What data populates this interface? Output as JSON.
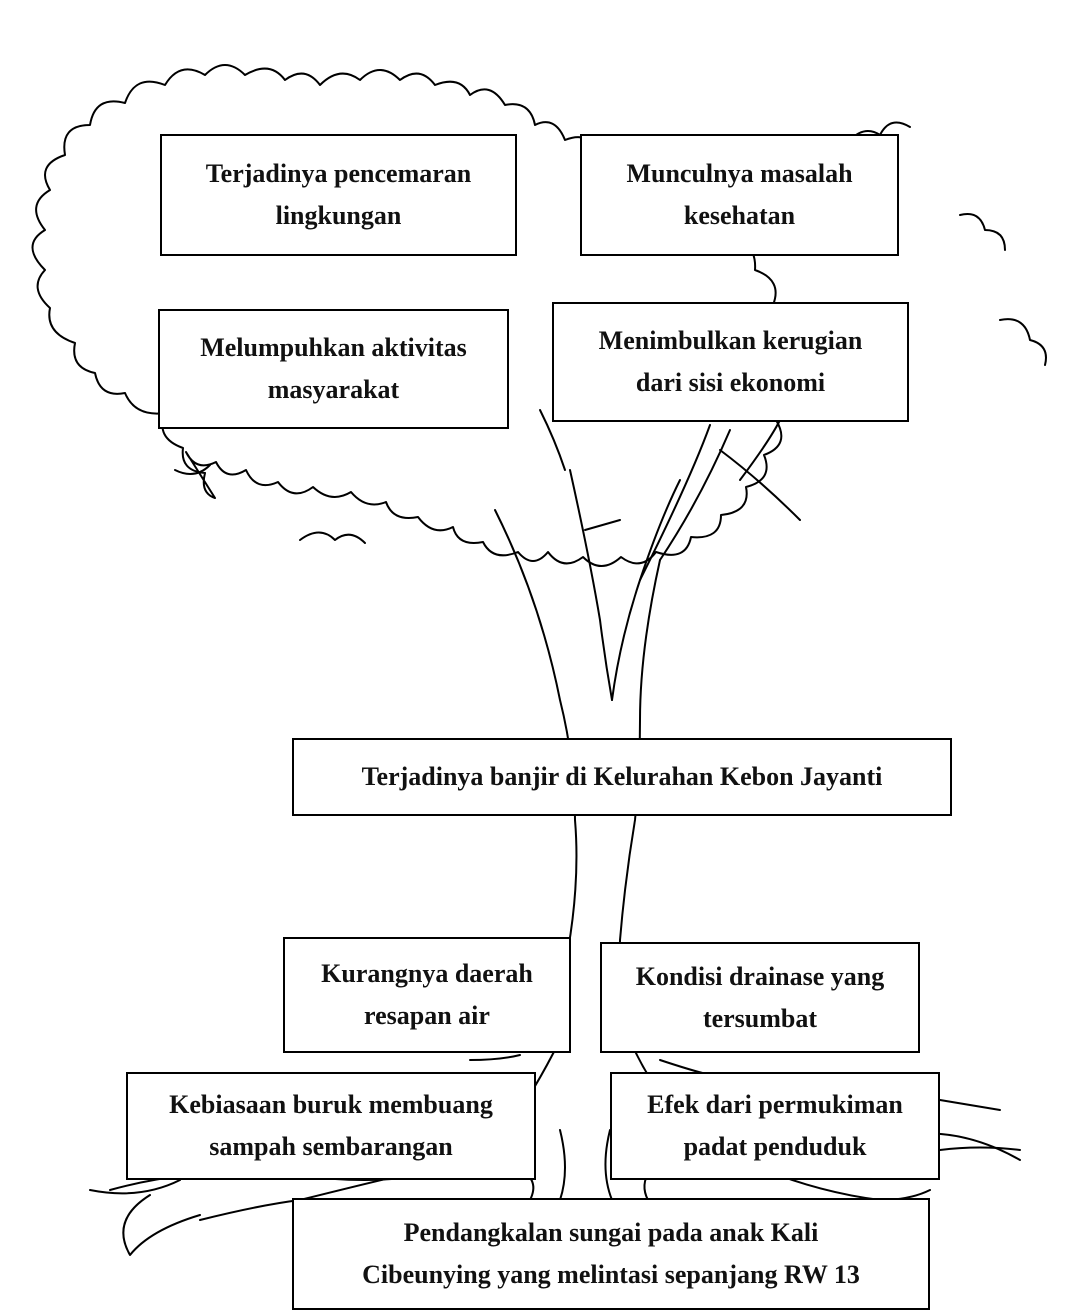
{
  "effects": {
    "pollution": "Terjadinya pencemaran\nlingkungan",
    "health": "Munculnya masalah\nkesehatan",
    "paralysis": "Melumpuhkan aktivitas\nmasyarakat",
    "economic": "Menimbulkan kerugian\ndari sisi ekonomi"
  },
  "core_problem": "Terjadinya banjir di Kelurahan Kebon Jayanti",
  "causes": {
    "infiltration": "Kurangnya daerah\nresapan air",
    "drainage": "Kondisi drainase yang\ntersumbat",
    "littering": "Kebiasaan buruk membuang\nsampah sembarangan",
    "settlement": "Efek dari permukiman\npadat penduduk",
    "sedimentation": "Pendangkalan sungai pada anak Kali\nCibeunying yang melintasi sepanjang RW 13"
  }
}
